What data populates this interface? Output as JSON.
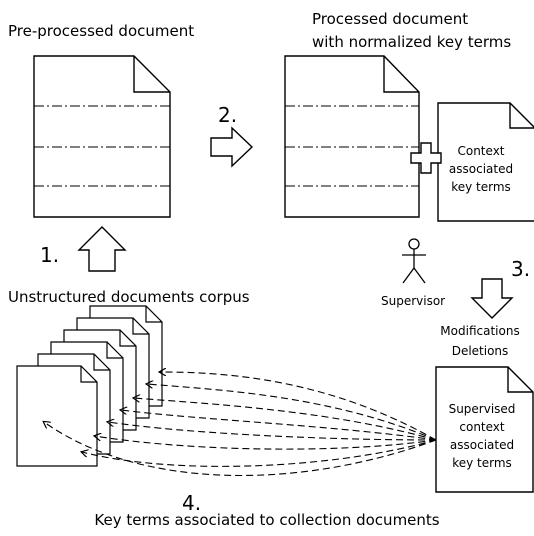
{
  "labels": {
    "preprocessed_title": "Pre-processed document",
    "processed_title_line1": "Processed document",
    "processed_title_line2": "with normalized key terms",
    "corpus_title": "Unstructured documents corpus",
    "context_line1": "Context",
    "context_line2": "associated",
    "context_line3": "key terms",
    "supervisor": "Supervisor",
    "modifications": "Modifications",
    "deletions": "Deletions",
    "supervised_line1": "Supervised",
    "supervised_line2": "context",
    "supervised_line3": "associated",
    "supervised_line4": "key terms",
    "bottom_caption": "Key terms associated to collection documents"
  },
  "steps": {
    "step1": "1.",
    "step2": "2.",
    "step3": "3.",
    "step4": "4."
  },
  "icons": {
    "plus": "plus-icon",
    "person": "person-icon",
    "arrow": "block-arrow-icon"
  },
  "colors": {
    "stroke": "#000000",
    "background": "#ffffff"
  }
}
